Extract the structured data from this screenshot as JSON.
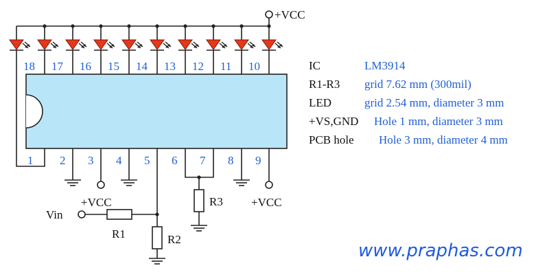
{
  "circuit": {
    "vcc_top_label": "+VCC",
    "vcc_pin3_label": "+VCC",
    "vcc_pin9_label": "+VCC",
    "vin_label": "Vin",
    "r1_label": "R1",
    "r2_label": "R2",
    "r3_label": "R3",
    "top_pins": [
      "18",
      "17",
      "16",
      "15",
      "14",
      "13",
      "12",
      "11",
      "10"
    ],
    "bottom_pins": [
      "1",
      "2",
      "3",
      "4",
      "5",
      "6",
      "7",
      "8",
      "9"
    ]
  },
  "specs": [
    {
      "key": "IC",
      "value": "LM3914"
    },
    {
      "key": "R1-R3",
      "value": "grid 7.62 mm (300mil)"
    },
    {
      "key": "LED",
      "value": "grid 2.54 mm, diameter 3 mm"
    },
    {
      "key": "+VS,GND",
      "value": "Hole 1 mm, diameter 3 mm"
    },
    {
      "key": "PCB hole",
      "value": "Hole 3 mm, diameter 4 mm"
    }
  ],
  "watermark": "www.praphas.com",
  "colors": {
    "ic_fill": "#b8e6f8",
    "led": "#e8361c",
    "pin_text": "#1f5fd6",
    "watermark": "#1e5be0"
  }
}
